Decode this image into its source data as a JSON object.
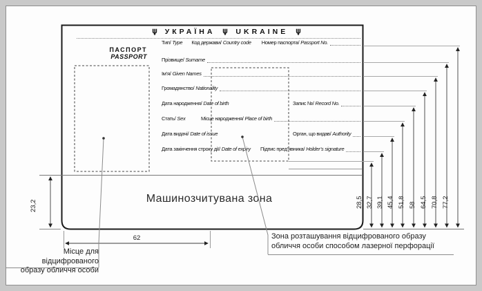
{
  "passport": {
    "header": {
      "country_ua": "УКРАЇНА",
      "country_en": "UKRAINE"
    },
    "title": {
      "ua": "ПАСПОРТ",
      "en": "PASSPORT"
    },
    "top_fields": [
      {
        "ua": "Тип/",
        "en": "Type"
      },
      {
        "ua": "Код держави/",
        "en": "Country code"
      },
      {
        "ua": "Номер паспорта/",
        "en": "Passport No."
      }
    ],
    "rows": [
      {
        "l_ua": "Прізвище/",
        "l_en": "Surname"
      },
      {
        "l_ua": "Ім’я/",
        "l_en": "Given Names"
      },
      {
        "l_ua": "Громадянство/",
        "l_en": "Nationality"
      },
      {
        "l_ua": "Дата народження/",
        "l_en": "Date of birth",
        "r_ua": "Запис №/",
        "r_en": "Record No."
      },
      {
        "l_ua": "Стать/",
        "l_en": "Sex",
        "m_ua": "Місце народження/",
        "m_en": "Place of birth"
      },
      {
        "l_ua": "Дата видачі/",
        "l_en": "Date of issue",
        "r_ua": "Орган, що видав/",
        "r_en": "Authority"
      },
      {
        "l_ua": "Дата закінчення строку дії/",
        "l_en": "Date of expiry",
        "r_ua": "Підпис пред’явника/",
        "r_en": "Holder’s signature"
      }
    ],
    "mrz_label": "Машинозчитувана зона"
  },
  "dimensions": {
    "mrz_height": "23,2",
    "photo_zone_width": "62",
    "field_heights": [
      "28,5",
      "32,7",
      "39,1",
      "45,4",
      "51,8",
      "58",
      "64,5",
      "70,8",
      "77,2"
    ]
  },
  "annotations": {
    "photo_area_line1": "Місце для відцифрованого",
    "photo_area_line2": "образу обличчя особи",
    "perforation_line1": "Зона розташування відцифрованого образу",
    "perforation_line2": "обличчя особи способом лазерної перфорації"
  }
}
